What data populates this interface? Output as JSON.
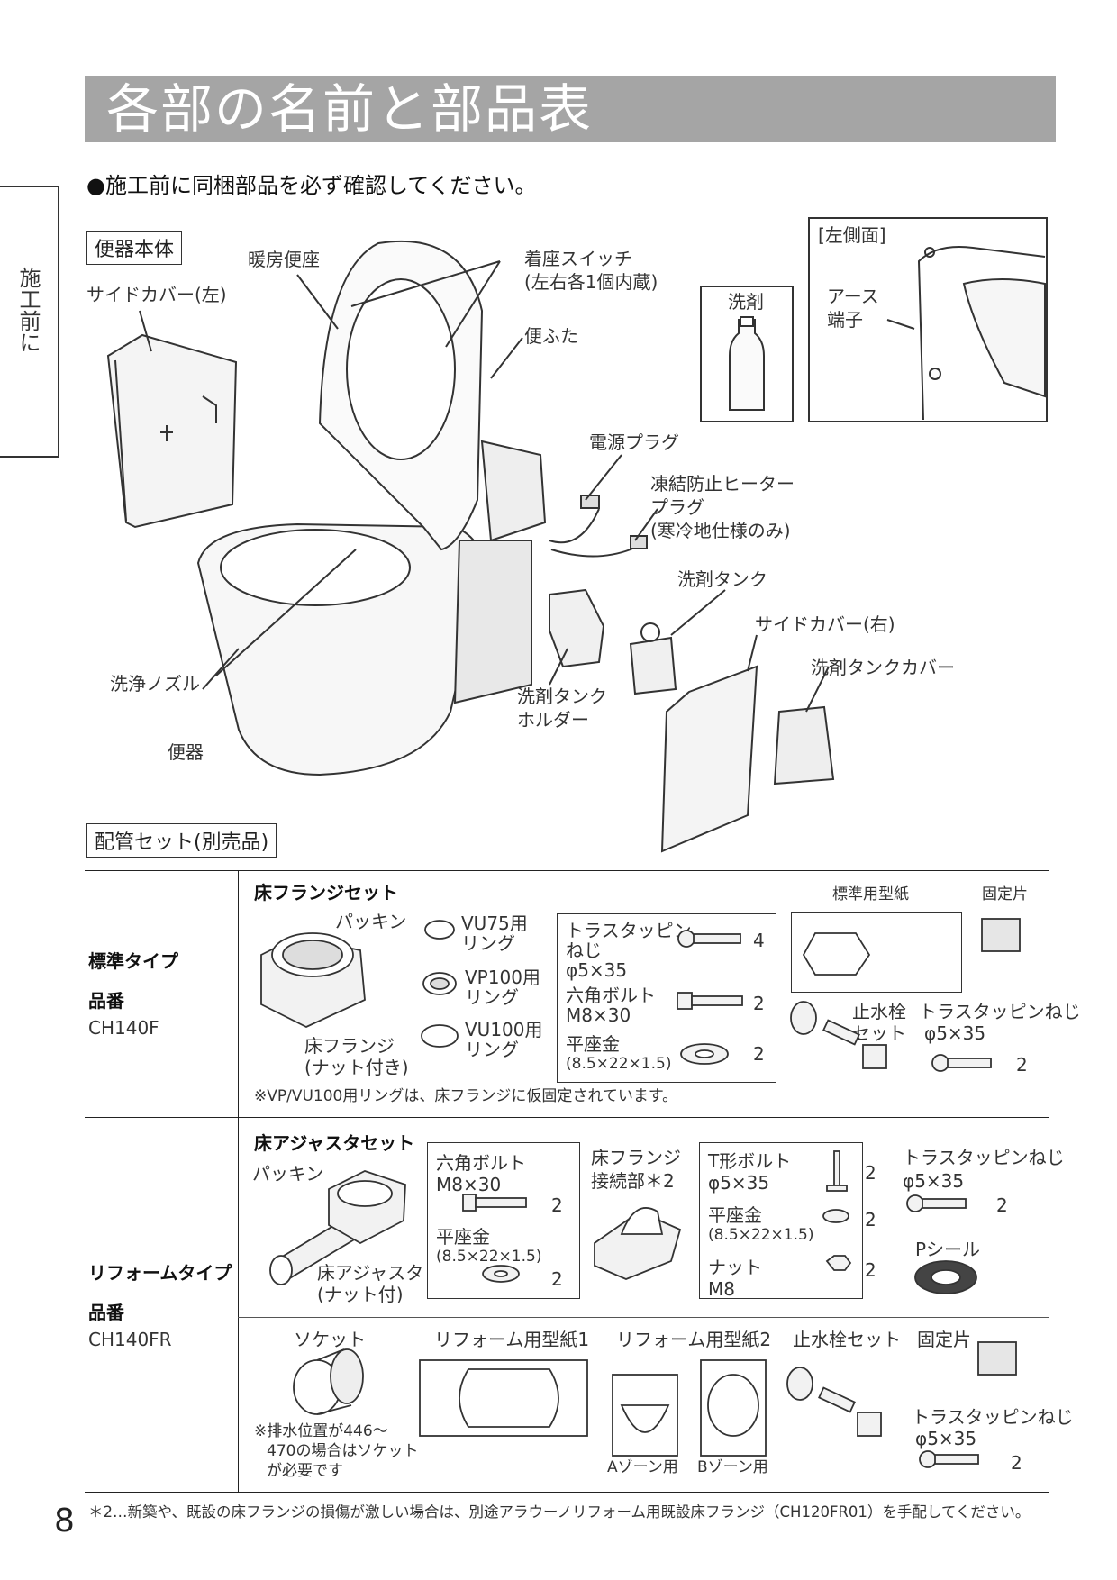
{
  "title": "各部の名前と部品表",
  "side_tab": "施工前に",
  "notice": "●施工前に同梱部品を必ず確認してください。",
  "body_section": {
    "label": "便器本体",
    "parts": {
      "seat": "暖房便座",
      "side_cover_left": "サイドカバー(左)",
      "seat_switch_1": "着座スイッチ",
      "seat_switch_2": "(左右各1個内蔵)",
      "lid": "便ふた",
      "detergent": "洗剤",
      "left_side_view": "[左側面]",
      "earth_1": "アース",
      "earth_2": "端子",
      "power_plug": "電源プラグ",
      "heater_1": "凍結防止ヒーター",
      "heater_2": "プラグ",
      "heater_3": "(寒冷地仕様のみ)",
      "detergent_tank": "洗剤タンク",
      "side_cover_right": "サイドカバー(右)",
      "tank_cover": "洗剤タンクカバー",
      "nozzle": "洗浄ノズル",
      "holder_1": "洗剤タンク",
      "holder_2": "ホルダー",
      "bowl": "便器"
    }
  },
  "piping_section": {
    "label": "配管セット(別売品)",
    "standard": {
      "type": "標準タイプ",
      "part_no_label": "品番",
      "part_no": "CH140F",
      "set_title": "床フランジセット",
      "packing": "パッキン",
      "flange_1": "床フランジ",
      "flange_2": "(ナット付き)",
      "vu75_1": "VU75用",
      "vu75_2": "リング",
      "vp100_1": "VP100用",
      "vp100_2": "リング",
      "vu100_1": "VU100用",
      "vu100_2": "リング",
      "screw_1": "トラスタッピン",
      "screw_2": "ねじ",
      "screw_3": "φ5×35",
      "screw_qty": "4",
      "bolt_1": "六角ボルト",
      "bolt_2": "M8×30",
      "bolt_qty": "2",
      "washer_1": "平座金",
      "washer_2": "(8.5×22×1.5)",
      "washer_qty": "2",
      "template": "標準用型紙",
      "fixing": "固定片",
      "valve_1": "止水栓",
      "valve_2": "セット",
      "screw2_1": "トラスタッピンねじ",
      "screw2_2": "φ5×35",
      "screw2_qty": "2",
      "note": "※VP/VU100用リングは、床フランジに仮固定されています。"
    },
    "reform": {
      "type": "リフォームタイプ",
      "part_no_label": "品番",
      "part_no": "CH140FR",
      "set_title": "床アジャスタセット",
      "packing": "パッキン",
      "adjuster_1": "床アジャスタ",
      "adjuster_2": "(ナット付)",
      "bolt_1": "六角ボルト",
      "bolt_2": "M8×30",
      "bolt_qty": "2",
      "washer_1": "平座金",
      "washer_2": "(8.5×22×1.5)",
      "washer_qty": "2",
      "joint_1": "床フランジ",
      "joint_2": "接続部＊2",
      "tbolt_1": "T形ボルト",
      "tbolt_2": "φ5×35",
      "tbolt_qty": "2",
      "washer2_1": "平座金",
      "washer2_2": "(8.5×22×1.5)",
      "washer2_qty": "2",
      "nut_1": "ナット",
      "nut_2": "M8",
      "nut_qty": "2",
      "screw_1": "トラスタッピンねじ",
      "screw_2": "φ5×35",
      "screw_qty": "2",
      "pseal": "Pシール",
      "socket": "ソケット",
      "socket_note_1": "※排水位置が446～",
      "socket_note_2": "470の場合はソケット",
      "socket_note_3": "が必要です",
      "template1": "リフォーム用型紙1",
      "template2": "リフォーム用型紙2",
      "zone_a": "Aゾーン用",
      "zone_b": "Bゾーン用",
      "valve": "止水栓セット",
      "fixing": "固定片",
      "screw2_1": "トラスタッピンねじ",
      "screw2_2": "φ5×35",
      "screw2_qty": "2"
    }
  },
  "footnote": "＊2…新築や、既設の床フランジの損傷が激しい場合は、別途アラウーノリフォーム用既設床フランジ（CH120FR01）を手配してください。",
  "page_number": "8"
}
